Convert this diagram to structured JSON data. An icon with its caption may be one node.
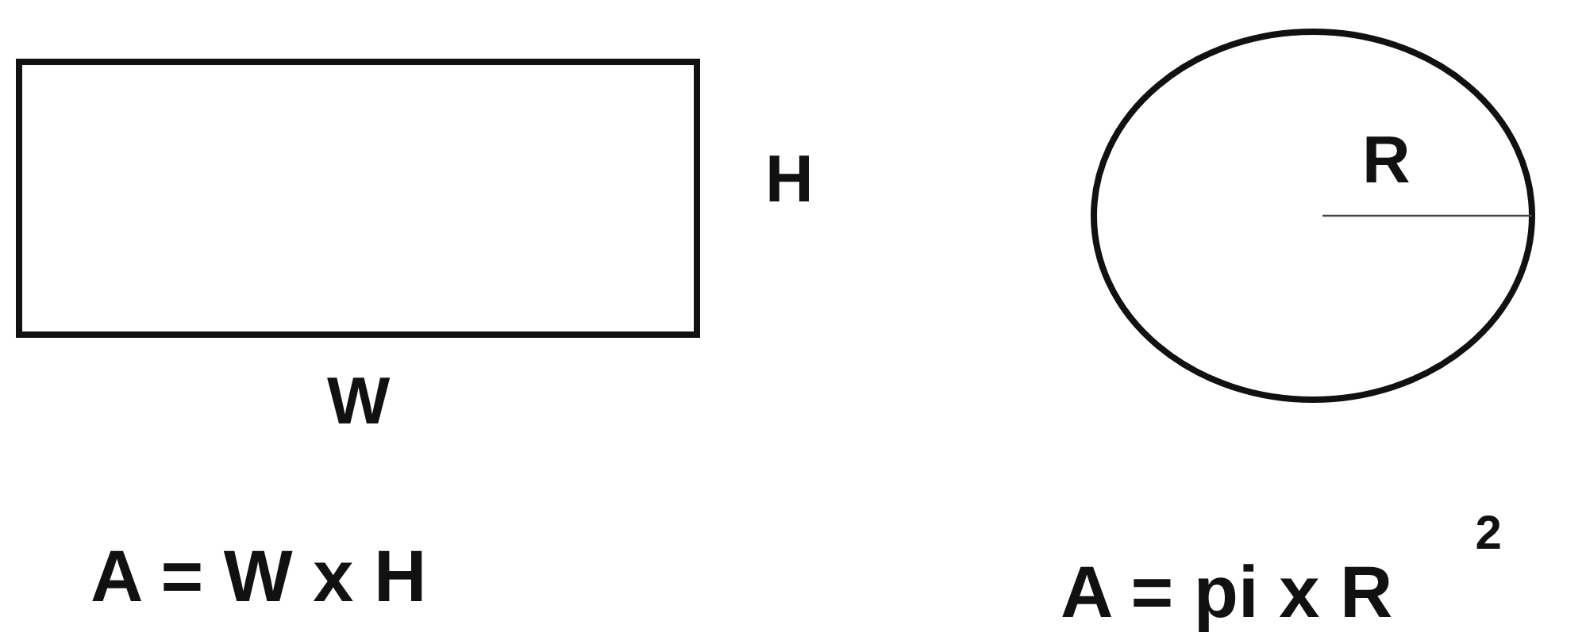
{
  "diagram": {
    "nodes": [
      {
        "text": [],
        "shape": "box",
        "beside": [
          "H",
          "W"
        ]
      },
      {
        "text": [
          "R"
        ]
      }
    ],
    "labels": [
      "A = W x H",
      "A = pi x R$^{2}$"
    ]
  }
}
